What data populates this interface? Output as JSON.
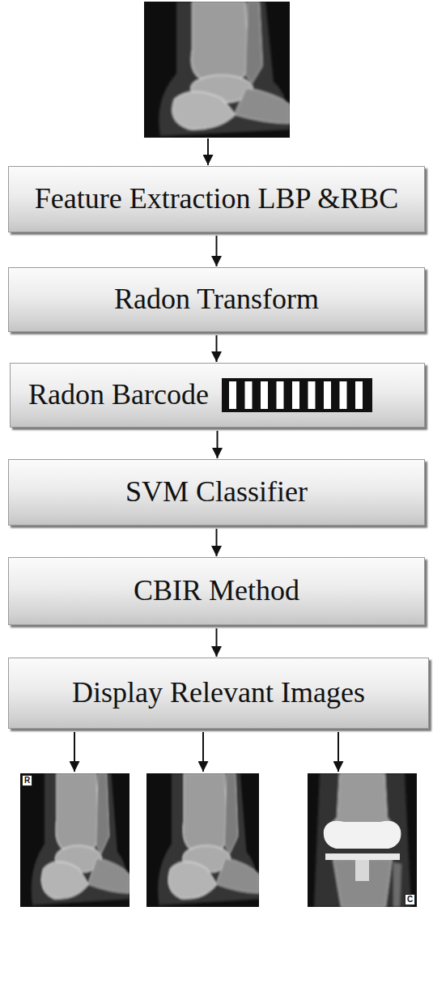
{
  "diagram": {
    "nodes": [
      {
        "text": [
          "Feature Extraction LBP &RBC"
        ]
      },
      {
        "text": [
          "Radon Transform"
        ]
      },
      {
        "text": [
          "Radon Barcode"
        ]
      },
      {
        "text": [
          "SVM Classifier"
        ]
      },
      {
        "text": [
          "CBIR Method"
        ]
      },
      {
        "text": [
          "Display Relevant Images"
        ]
      }
    ],
    "edges": [
      {
        "from": 0,
        "to": 1,
        "arrow": "to"
      },
      {
        "from": 1,
        "to": 2,
        "arrow": "to"
      },
      {
        "from": 2,
        "to": 3,
        "arrow": "to"
      },
      {
        "from": 3,
        "to": 4,
        "arrow": "to"
      },
      {
        "from": 4,
        "to": 5,
        "arrow": "to"
      }
    ],
    "labels": [
      "R",
      "C"
    ]
  }
}
